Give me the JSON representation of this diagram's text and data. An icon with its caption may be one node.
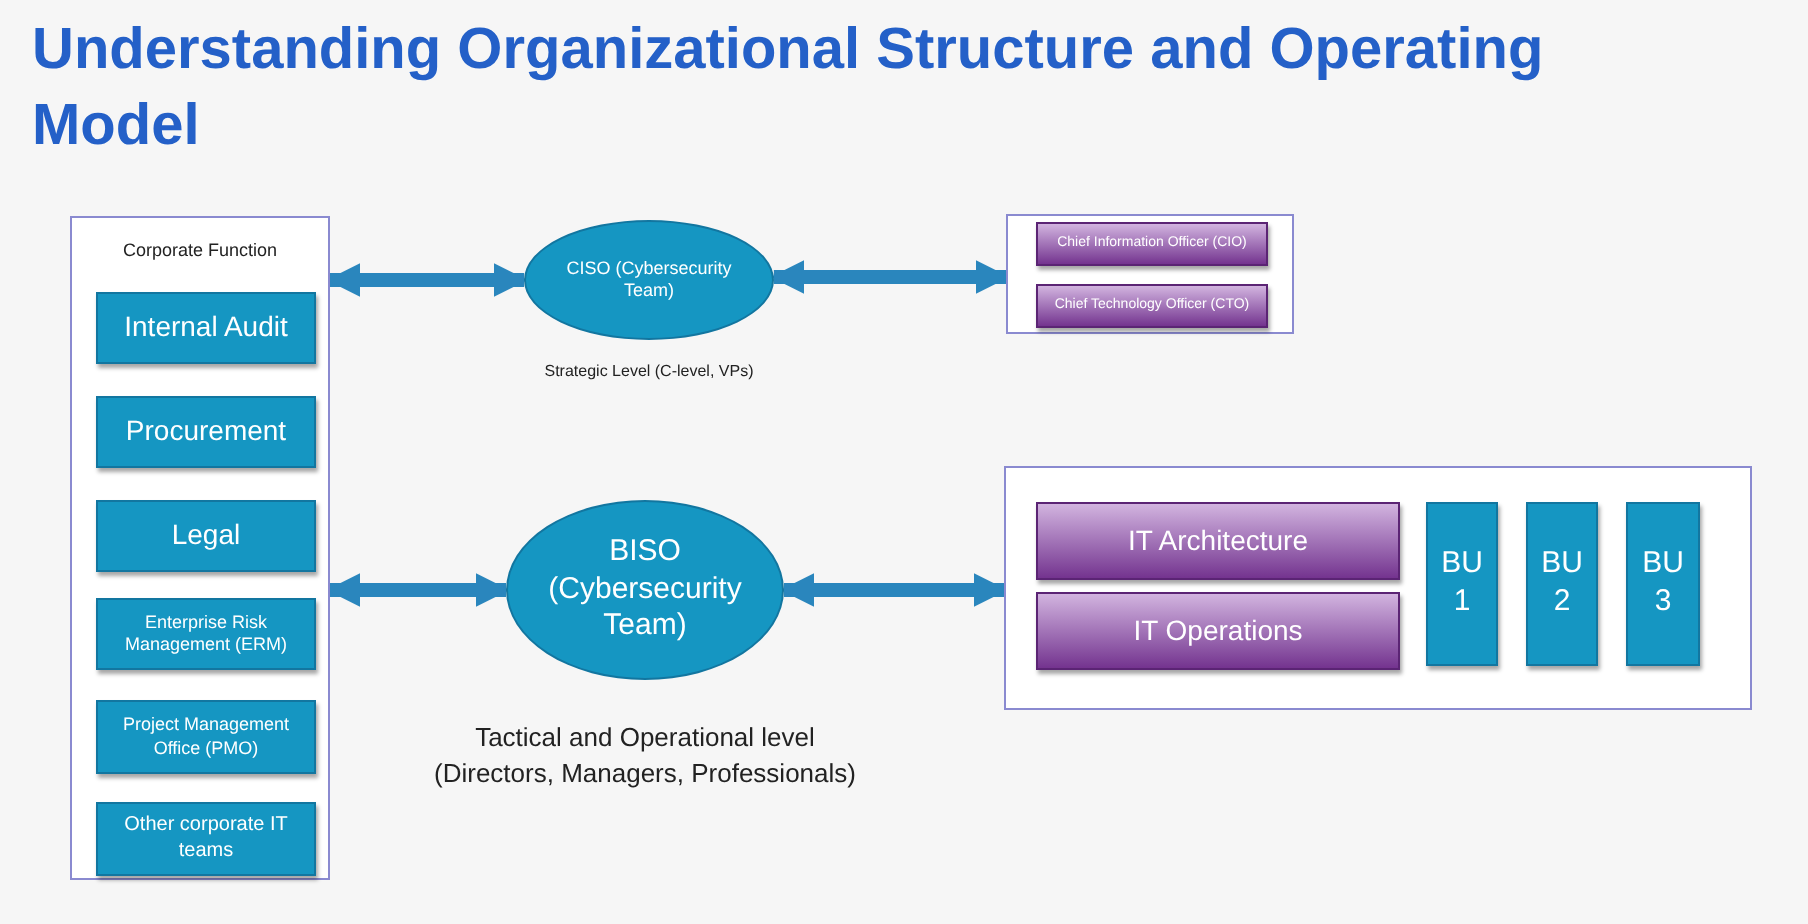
{
  "diagram": {
    "title": "Understanding Organizational Structure and Operating Model",
    "nodes": [
      {
        "text": [
          "Corporate Function"
        ]
      },
      {
        "text": [
          "Internal Audit"
        ],
        "in": 0
      },
      {
        "text": [
          "Procurement"
        ],
        "in": 0
      },
      {
        "text": [
          "Legal"
        ],
        "in": 0
      },
      {
        "text": [
          "Enterprise Risk Management (ERM)"
        ],
        "in": 0
      },
      {
        "text": [
          "Project Management Office (PMO)"
        ],
        "in": 0
      },
      {
        "text": [
          "Other corporate IT teams"
        ],
        "in": 0
      },
      {
        "text": [
          "CISO (Cybersecurity Team)"
        ],
        "beside": [
          "Strategic Level (C-level, VPs)"
        ]
      },
      {
        "text": [],
        "shape": "box"
      },
      {
        "text": [
          "Chief Information Officer (CIO)"
        ],
        "in": 8
      },
      {
        "text": [
          "Chief Technology Officer (CTO)"
        ],
        "in": 8
      },
      {
        "text": [
          "BISO (Cybersecurity Team)"
        ],
        "beside": [
          "Tactical and Operational level (Directors, Managers, Professionals)"
        ]
      },
      {
        "text": [],
        "shape": "box"
      },
      {
        "text": [
          "IT Architecture"
        ],
        "in": 12
      },
      {
        "text": [
          "IT Operations"
        ],
        "in": 12
      },
      {
        "text": [
          "BU 1"
        ],
        "in": 12
      },
      {
        "text": [
          "BU 2"
        ],
        "in": 12
      },
      {
        "text": [
          "BU 3"
        ],
        "in": 12
      }
    ],
    "edges": [
      {
        "from": 0,
        "to": 7,
        "arrow": "both"
      },
      {
        "from": 7,
        "to": 8,
        "arrow": "both"
      },
      {
        "from": 0,
        "to": 11,
        "arrow": "both"
      },
      {
        "from": 11,
        "to": 12,
        "arrow": "both"
      }
    ]
  }
}
